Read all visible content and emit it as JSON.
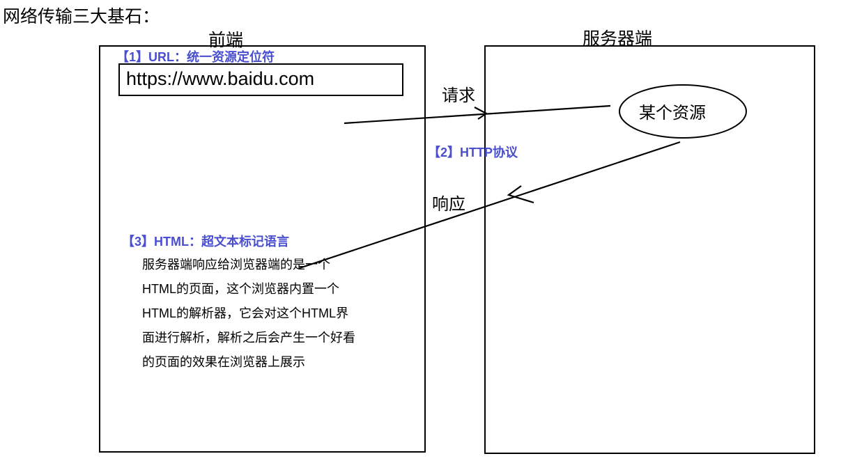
{
  "title": "网络传输三大基石：",
  "frontend": {
    "label": "前端",
    "url_heading": "【1】URL：统一资源定位符",
    "url_value": "https://www.baidu.com",
    "html_heading": "【3】HTML：超文本标记语言",
    "description_lines": [
      "服务器端响应给浏览器端的是一个",
      "HTML的页面，这个浏览器内置一个",
      "HTML的解析器，它会对这个HTML界",
      "面进行解析，解析之后会产生一个好看",
      "的页面的效果在浏览器上展示"
    ]
  },
  "server": {
    "label": "服务器端",
    "resource": "某个资源"
  },
  "arrows": {
    "request": "请求",
    "response": "响应",
    "protocol": "【2】HTTP协议"
  },
  "colors": {
    "accent": "#4a4fd0",
    "ink": "#000000"
  }
}
